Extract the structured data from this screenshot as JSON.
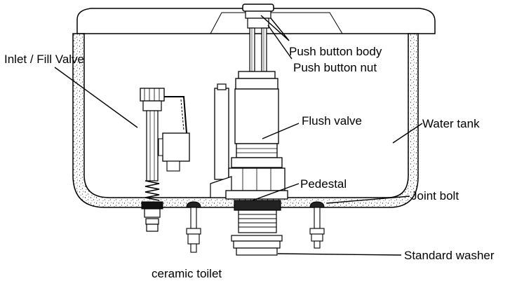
{
  "labels": {
    "inlet_fill_valve": "Inlet / Fill Valve",
    "push_button_body": "Push button body",
    "push_button_nut": "Push button nut",
    "flush_valve": "Flush valve",
    "water_tank": "Water tank",
    "pedestal": "Pedestal",
    "joint_bolt": "Joint bolt",
    "standard_washer": "Standard washer",
    "ceramic_toilet": "ceramic toilet"
  }
}
